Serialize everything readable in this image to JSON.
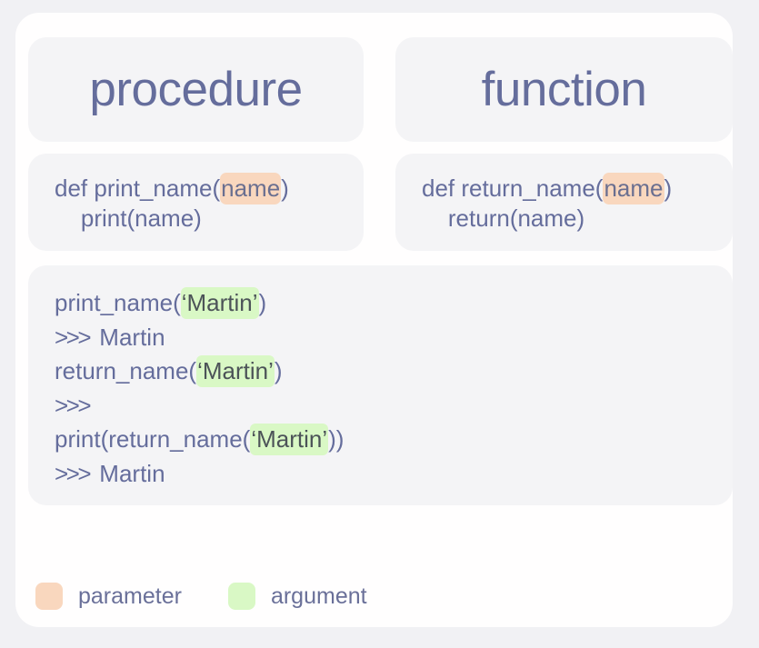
{
  "canvas": {
    "background_color": "#f1f1f4",
    "card_color": "#fffefe",
    "panel_color": "#f4f4f6"
  },
  "colors": {
    "text_indigo": "#656d9c",
    "parameter_highlight": "#f9d7be",
    "argument_highlight": "#d9f8c5",
    "argument_text": "#4c5358"
  },
  "columns": [
    {
      "heading": "procedure",
      "definition": {
        "line1_before": "def print_name(",
        "line1_highlight": "name",
        "line1_after": ")",
        "line2": "    print(name)"
      }
    },
    {
      "heading": "function",
      "definition": {
        "line1_before": "def return_name(",
        "line1_highlight": "name",
        "line1_after": ")",
        "line2": "    return(name)"
      }
    }
  ],
  "output": {
    "lines": [
      {
        "prompt": "",
        "before": "print_name(",
        "highlight": "‘Martin’",
        "highlight_type": "argument",
        "after": ")"
      },
      {
        "prompt": ">>>",
        "before": " Martin",
        "highlight": "",
        "highlight_type": "",
        "after": ""
      },
      {
        "prompt": "",
        "before": "return_name(",
        "highlight": "‘Martin’",
        "highlight_type": "argument",
        "after": ")"
      },
      {
        "prompt": ">>>",
        "before": "",
        "highlight": "",
        "highlight_type": "",
        "after": ""
      },
      {
        "prompt": "",
        "before": "print(return_name(",
        "highlight": "‘Martin’",
        "highlight_type": "argument",
        "after": "))"
      },
      {
        "prompt": ">>>",
        "before": " Martin",
        "highlight": "",
        "highlight_type": "",
        "after": ""
      }
    ]
  },
  "legend": {
    "items": [
      {
        "label": "parameter",
        "color": "#f9d7be",
        "swatch_name": "parameter-swatch"
      },
      {
        "label": "argument",
        "color": "#d9f8c5",
        "swatch_name": "argument-swatch"
      }
    ]
  }
}
